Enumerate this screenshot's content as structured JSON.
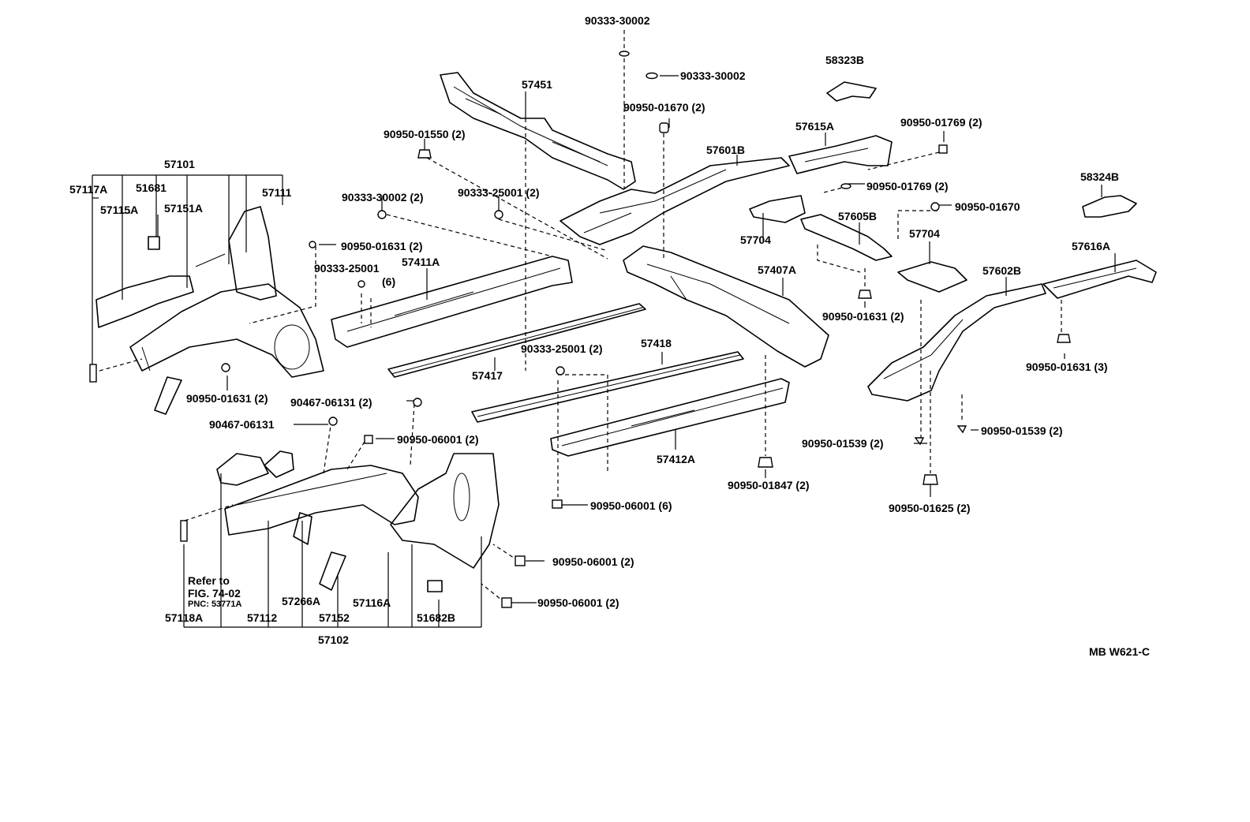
{
  "labels": {
    "p90333_30002_top": "90333-30002",
    "p90333_30002_b": "90333-30002",
    "p58323b": "58323B",
    "p57451": "57451",
    "p90950_01670_2": "90950-01670 (2)",
    "p90950_01550_2": "90950-01550 (2)",
    "p57615a": "57615A",
    "p90950_01769_2_top": "90950-01769 (2)",
    "p57601b": "57601B",
    "p57101": "57101",
    "p57117a": "57117A",
    "p51681": "51681",
    "p57111": "57111",
    "p57115a": "57115A",
    "p57151a": "57151A",
    "p90333_30002_2": "90333-30002 (2)",
    "p90333_25001_2": "90333-25001 (2)",
    "p90950_01769_2_b": "90950-01769 (2)",
    "p58324b": "58324B",
    "p90950_01670": "90950-01670",
    "p57605b": "57605B",
    "p57704_a": "57704",
    "p57704_b": "57704",
    "p57616a": "57616A",
    "p90950_01631_2_a": "90950-01631 (2)",
    "p90333_25001": "90333-25001",
    "p6": "(6)",
    "p57411a": "57411A",
    "p57407a": "57407A",
    "p57602b": "57602B",
    "p90950_01631_2_b": "90950-01631 (2)",
    "p57418": "57418",
    "p90333_25001_2_b": "90333-25001 (2)",
    "p57417": "57417",
    "p90950_01631_3": "90950-01631 (3)",
    "p90950_01631_2_c": "90950-01631 (2)",
    "p90467_06131_2": "90467-06131 (2)",
    "p90467_06131": "90467-06131",
    "p90950_06001_2_a": "90950-06001 (2)",
    "p57412a": "57412A",
    "p90950_01539_2_a": "90950-01539 (2)",
    "p90950_01539_2_b": "90950-01539 (2)",
    "p90950_01847_2": "90950-01847 (2)",
    "p90950_06001_6": "90950-06001 (6)",
    "p90950_01625_2": "90950-01625 (2)",
    "p90950_06001_2_b": "90950-06001 (2)",
    "p90950_06001_2_c": "90950-06001 (2)",
    "refer_to": "Refer to",
    "fig": "FIG. 74-02",
    "pnc": "PNC: 53771A",
    "p57266a": "57266A",
    "p57116a": "57116A",
    "p57118a": "57118A",
    "p57112": "57112",
    "p57152": "57152",
    "p51682b": "51682B",
    "p57102": "57102",
    "ref_code": "MB W621-C"
  }
}
